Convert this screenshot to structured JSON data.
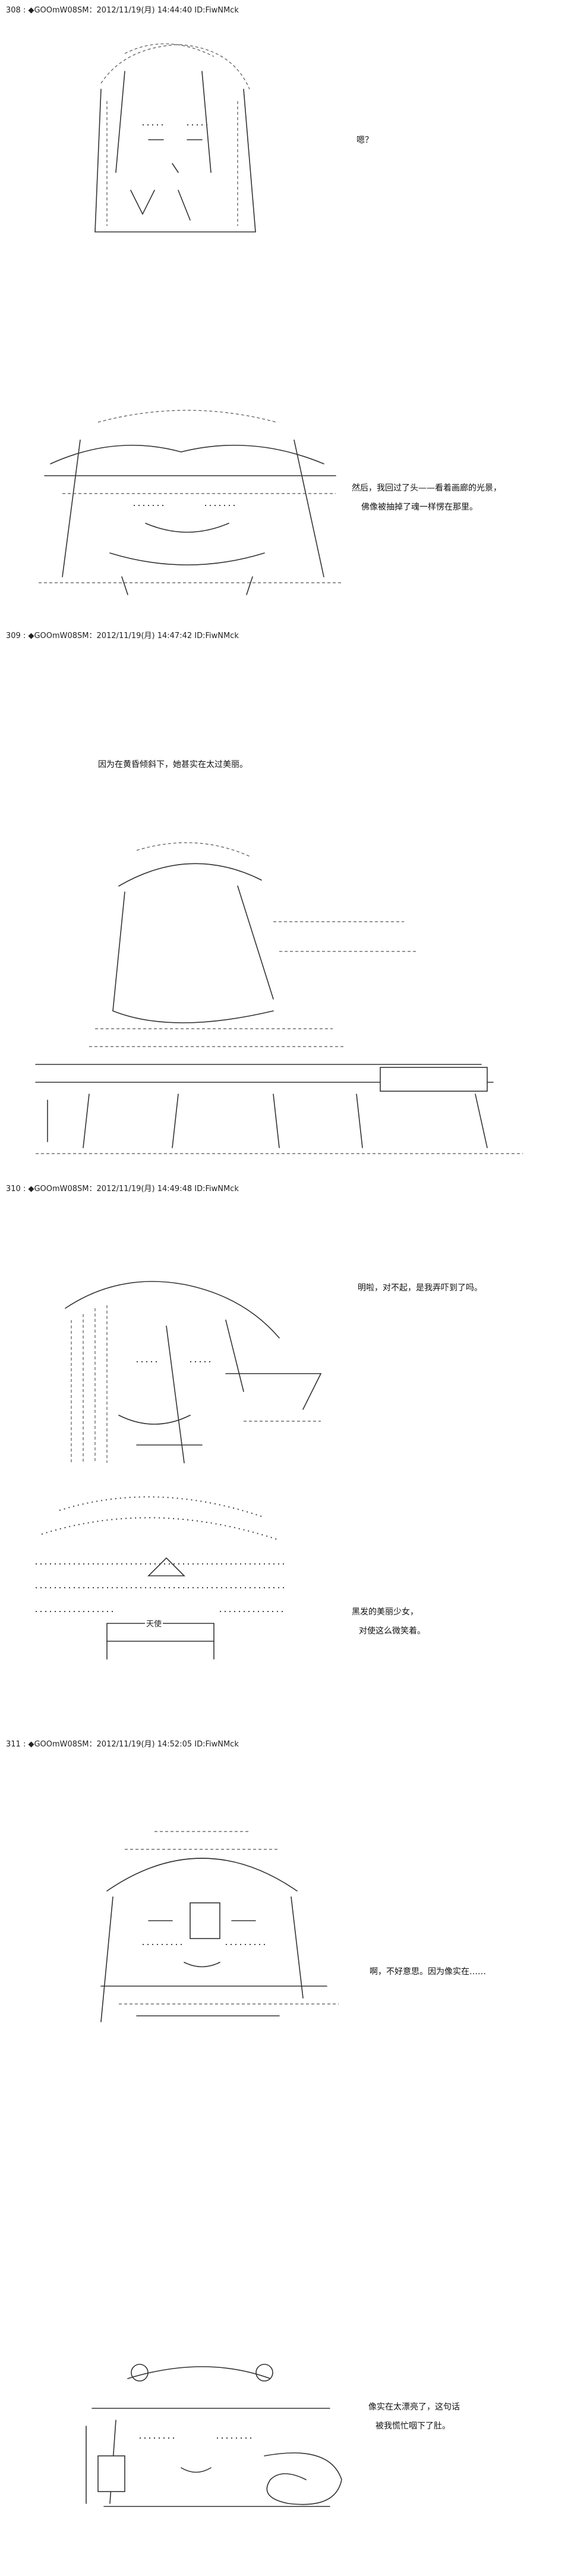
{
  "posts": [
    {
      "header": "308 : ◆GOOmW08SM：2012/11/19(月) 14:44:40 ID:FiwNMck",
      "dialogs": [
        {
          "lines": [
            "嗯？"
          ]
        },
        {
          "lines": [
            "然后，我回过了头——看着画廊的光景，",
            "佛像被抽掉了魂一样愣在那里。"
          ]
        }
      ]
    },
    {
      "header": "309 : ◆GOOmW08SM：2012/11/19(月) 14:47:42 ID:FiwNMck",
      "dialogs": [
        {
          "lines": [
            "因为在黄昏倾斜下，她甚实在太过美丽。"
          ]
        }
      ]
    },
    {
      "header": "310 : ◆GOOmW08SM：2012/11/19(月) 14:49:48 ID:FiwNMck",
      "dialogs": [
        {
          "lines": [
            "明啦，对不起，是我弄吓到了吗。"
          ]
        },
        {
          "lines": [
            "黑发的美丽少女，",
            "对使这么微笑着。"
          ]
        }
      ],
      "art_label": "天使"
    },
    {
      "header": "311 : ◆GOOmW08SM：2012/11/19(月) 14:52:05 ID:FiwNMck",
      "dialogs": [
        {
          "lines": [
            "啊，不好意思。因为像实在……"
          ]
        },
        {
          "lines": [
            "像实在太漂亮了，这句话",
            "被我慌忙咽下了肚。"
          ]
        }
      ]
    }
  ]
}
